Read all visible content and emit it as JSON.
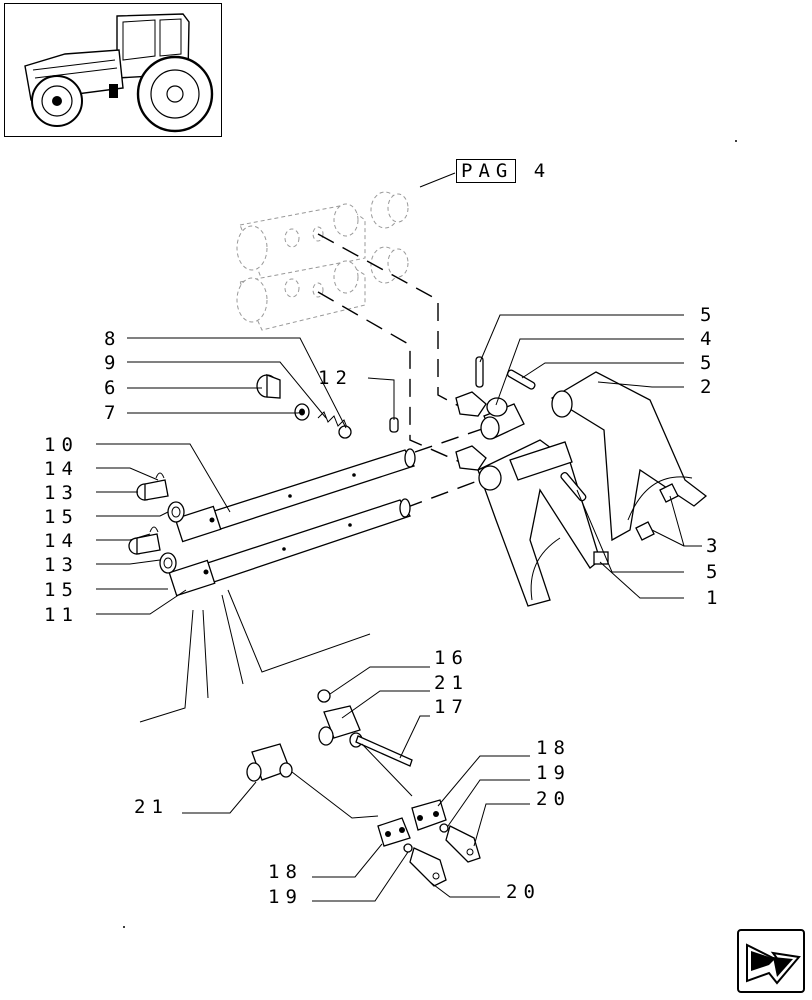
{
  "page_ref": {
    "label": "PAG",
    "number": "4"
  },
  "callouts": {
    "c8": "8",
    "c9": "9",
    "c6": "6",
    "c7": "7",
    "c12": "12",
    "c10": "10",
    "c14a": "14",
    "c13a": "13",
    "c15a": "15",
    "c14b": "14",
    "c13b": "13",
    "c15b": "15",
    "c11": "11",
    "c5a": "5",
    "c4": "4",
    "c5b": "5",
    "c2": "2",
    "c3": "3",
    "c5c": "5",
    "c1": "1",
    "c16": "16",
    "c21a": "21",
    "c17": "17",
    "c18a": "18",
    "c19a": "19",
    "c20a": "20",
    "c21b": "21",
    "c18b": "18",
    "c19b": "19",
    "c20b": "20"
  },
  "icons": {
    "thumbnail": "tractor-thumbnail-icon",
    "nav": "next-page-arrow-icon"
  }
}
